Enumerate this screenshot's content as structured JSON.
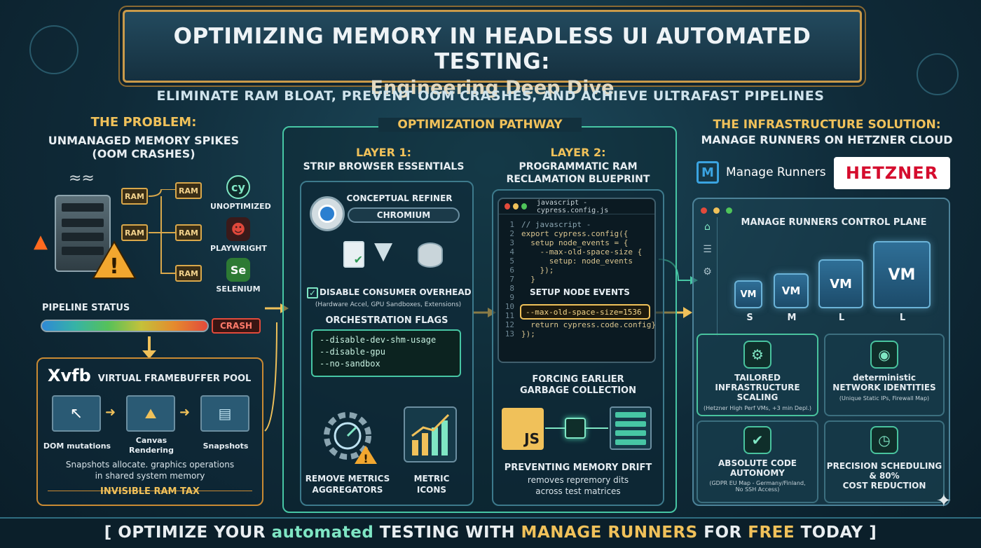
{
  "header": {
    "title": "OPTIMIZING MEMORY IN HEADLESS UI AUTOMATED TESTING:",
    "subtitle": "Engineering Deep Dive",
    "tagline": "ELIMINATE RAM BLOAT, PREVENT OOM CRASHES, AND ACHIEVE ULTRAFAST PIPELINES"
  },
  "problem": {
    "title": "THE PROBLEM:",
    "subtitle_1": "UNMANAGED MEMORY SPIKES",
    "subtitle_2": "(OOM CRASHES)",
    "ram_label": "RAM",
    "tools": [
      {
        "icon": "cy",
        "label": "UNOPTIMIZED"
      },
      {
        "icon": "theater-masks-icon",
        "label": "PLAYWRIGHT"
      },
      {
        "icon": "Se",
        "label": "SELENIUM"
      }
    ],
    "pipeline_status": "PIPELINE STATUS",
    "crash": "CRASH"
  },
  "xvfb": {
    "brand": "Xvfb",
    "title": "VIRTUAL FRAMEBUFFER POOL",
    "steps": [
      "DOM mutations",
      "Canvas\nRendering",
      "Snapshots"
    ],
    "step_1": "DOM mutations",
    "step_2a": "Canvas",
    "step_2b": "Rendering",
    "step_3": "Snapshots",
    "desc_1": "Snapshots allocate. graphics operations",
    "desc_2": "in shared system memory",
    "footer": "INVISIBLE RAM TAX"
  },
  "pathway": {
    "title": "OPTIMIZATION PATHWAY"
  },
  "layer1": {
    "title": "LAYER 1:",
    "subtitle": "STRIP BROWSER ESSENTIALS",
    "refiner": "CONCEPTUAL REFINER",
    "browser": "CHROMIUM",
    "disable": "DISABLE CONSUMER OVERHEAD",
    "disable_note": "(Hardware Accel, GPU Sandboxes, Extensions)",
    "flags_title": "ORCHESTRATION FLAGS",
    "flags": [
      "--disable-dev-shm-usage",
      "--disable-gpu",
      "--no-sandbox"
    ],
    "outcome_1a": "REMOVE METRICS",
    "outcome_1b": "AGGREGATORS",
    "outcome_2a": "METRIC",
    "outcome_2b": "ICONS"
  },
  "layer2": {
    "title": "LAYER 2:",
    "subtitle_1": "PROGRAMMATIC RAM",
    "subtitle_2": "RECLAMATION BLUEPRINT",
    "file": "javascript - cypress.config.js",
    "code": [
      {
        "n": "1",
        "t": "// javascript -"
      },
      {
        "n": "2",
        "t": "export cypress.config({"
      },
      {
        "n": "3",
        "t": "  setup node_events = {"
      },
      {
        "n": "4",
        "t": "    --max-old-space-size {"
      },
      {
        "n": "5",
        "t": "      setup: node_events"
      },
      {
        "n": "6",
        "t": "    });"
      },
      {
        "n": "7",
        "t": "  }"
      },
      {
        "n": "8",
        "t": ""
      },
      {
        "n": "9",
        "t": ""
      },
      {
        "n": "10",
        "t": ""
      },
      {
        "n": "11",
        "t": ""
      },
      {
        "n": "12",
        "t": "  return cypress.code.config}"
      },
      {
        "n": "13",
        "t": "});"
      }
    ],
    "node_events": "SETUP NODE EVENTS",
    "highlight": "--max-old-space-size=1536",
    "gc_1": "FORCING EARLIER",
    "gc_2": "GARBAGE COLLECTION",
    "js_label": "JS",
    "drift_title": "PREVENTING MEMORY DRIFT",
    "drift_1": "removes repremory dits",
    "drift_2": "across test matrices"
  },
  "solution": {
    "title_1": "THE INFRASTRUCTURE SOLUTION:",
    "title_2": "MANAGE RUNNERS ON HETZNER CLOUD",
    "brand": "Manage Runners",
    "partner": "HETZNER",
    "control_plane": "MANAGE RUNNERS CONTROL PLANE",
    "vm_label": "VM",
    "vm_sizes": [
      "S",
      "M",
      "L",
      "L"
    ],
    "cards": [
      {
        "icon": "gear-icon",
        "title_1": "TAILORED",
        "title_2": "INFRASTRUCTURE SCALING",
        "note": "(Hetzner High Perf VMs, +3 min Depl.)"
      },
      {
        "icon": "globe-icon",
        "title_1": "deterministic",
        "title_2": "NETWORK IDENTITIES",
        "note": "(Unique Static IPs, Firewall Map)"
      },
      {
        "icon": "shield-check-icon",
        "title_1": "ABSOLUTE CODE",
        "title_2": "AUTONOMY",
        "note_1": "(GDPR EU Map - Germany/Finland,",
        "note_2": "No SSH Access)"
      },
      {
        "icon": "gauge-icon",
        "title_1": "PRECISION SCHEDULING",
        "title_2": "& 80%",
        "title_3": "COST REDUCTION"
      }
    ]
  },
  "cta": {
    "part1": "[ OPTIMIZE YOUR ",
    "part2": "automated",
    "part3": " TESTING WITH ",
    "part4": "MANAGE RUNNERS",
    "part5": " FOR ",
    "part6": "FREE",
    "part7": " TODAY ]"
  },
  "colors": {
    "accent_gold": "#f0c15a",
    "accent_teal": "#7fe6c4",
    "hetzner_red": "#d50c2d",
    "crash_red": "#e24a3b"
  }
}
